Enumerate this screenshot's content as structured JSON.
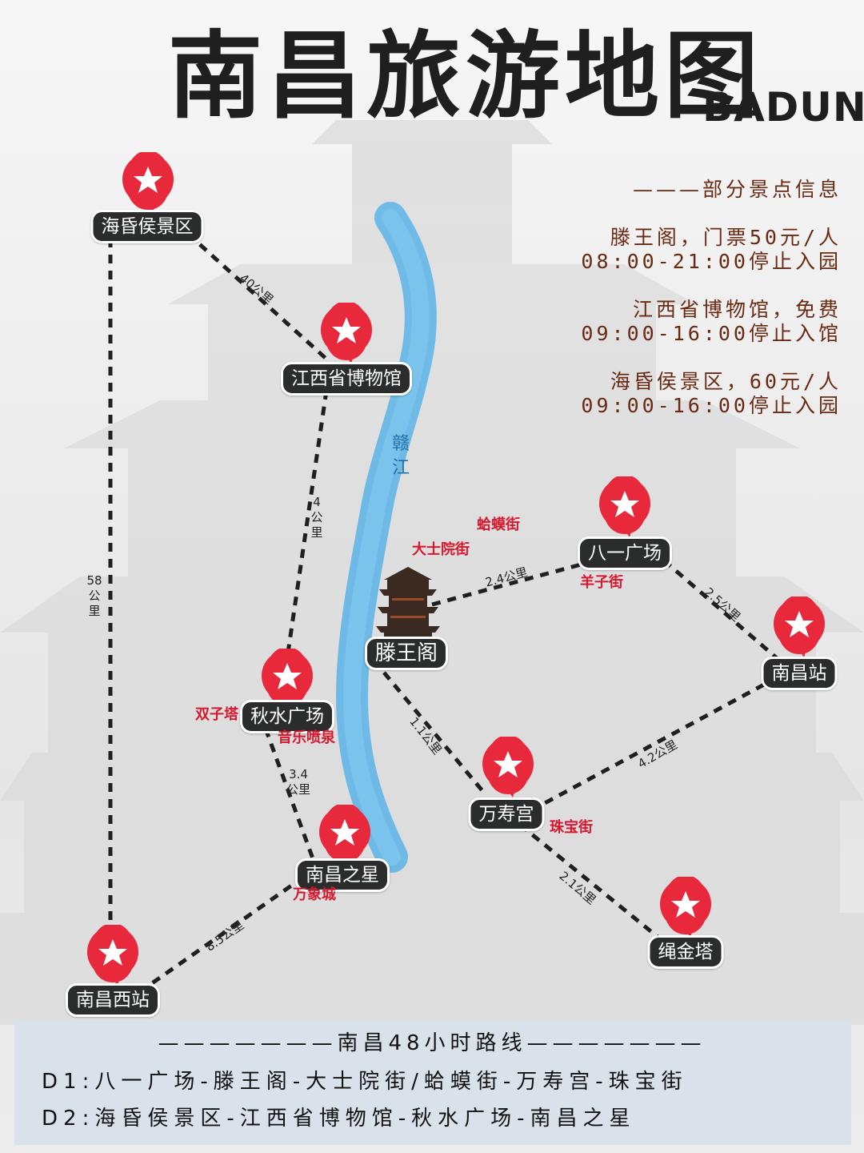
{
  "title": "南昌旅游地图",
  "brand": "BADUN",
  "river_label": "赣江",
  "info": {
    "header": "———部分景点信息",
    "entries": [
      {
        "line1": "滕王阁，门票50元/人",
        "line2": "08:00-21:00停止入园"
      },
      {
        "line1": "江西省博物馆，免费",
        "line2": "09:00-16:00停止入馆"
      },
      {
        "line1": "海昏侯景区，60元/人",
        "line2": "09:00-16:00停止入园"
      }
    ]
  },
  "places": {
    "haihunhou": "海昏侯景区",
    "museum": "江西省博物馆",
    "bayi": "八一广场",
    "tengwang": "滕王阁",
    "nanchang_station": "南昌站",
    "qiushui": "秋水广场",
    "wanshou": "万寿宫",
    "star": "南昌之星",
    "west_station": "南昌西站",
    "shengjin": "绳金塔"
  },
  "streets": {
    "hamo": "蛤蟆街",
    "dashiyuan": "大士院街",
    "yangzi": "羊子街",
    "shuangzi": "双子塔",
    "fountain": "音乐喷泉",
    "zhubao": "珠宝街",
    "wanxiang": "万象城"
  },
  "distances": {
    "haihun_museum": "40公里",
    "museum_qiushui": "4公里",
    "haihun_west": "58公里",
    "tengwang_bayi": "2.4公里",
    "bayi_station": "2.5公里",
    "tengwang_wanshou": "1.1公里",
    "station_wanshou": "4.2公里",
    "qiushui_star": "3.4公里",
    "star_west": "8.5公里",
    "wanshou_shengjin": "2.1公里"
  },
  "route": {
    "title": "———————南昌48小时路线———————",
    "d1": "D1:八一广场-滕王阁-大士院街/蛤蟆街-万寿宫-珠宝街",
    "d2": "D2:海昏侯景区-江西省博物馆-秋水广场-南昌之星"
  },
  "colors": {
    "pin": "#e8283b",
    "label_bg": "#2a2d2c",
    "river": "#5ab3e6",
    "street_text": "#d7192f",
    "info_text": "#6a2a12",
    "route_box": "#d9e1ea"
  }
}
